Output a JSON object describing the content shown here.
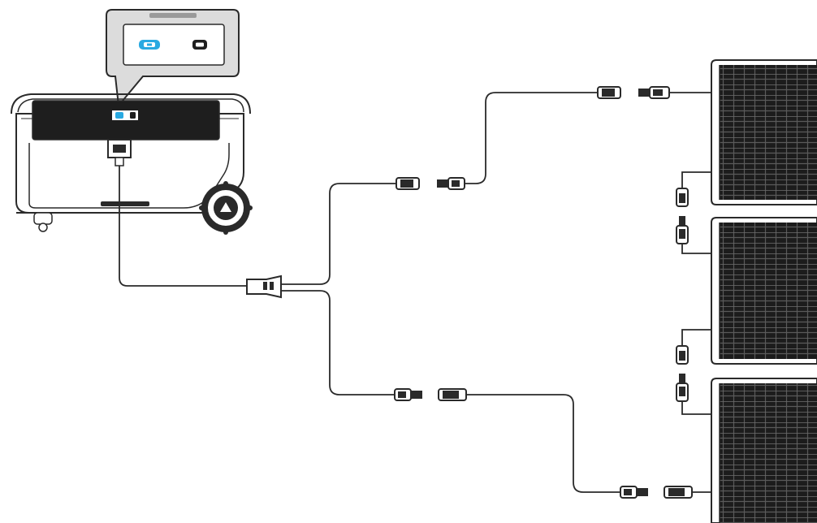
{
  "diagram": {
    "components": {
      "power_station": "portable-power-station",
      "panel_port_callout": "dual-solar-input-ports",
      "y_branch_connector": "parallel-y-connector",
      "solar_panels": [
        "solar-panel-1",
        "solar-panel-2",
        "solar-panel-3"
      ]
    },
    "colors": {
      "background": "#ffffff",
      "line": "#2a2a2a",
      "callout_fill": "#dcdcdc",
      "device_body": "#ffffff",
      "device_panel": "#1e1e1e",
      "solar_cell": "#1c1c1c",
      "solar_grid": "#555555",
      "port_highlight": "#29a9e1"
    }
  }
}
